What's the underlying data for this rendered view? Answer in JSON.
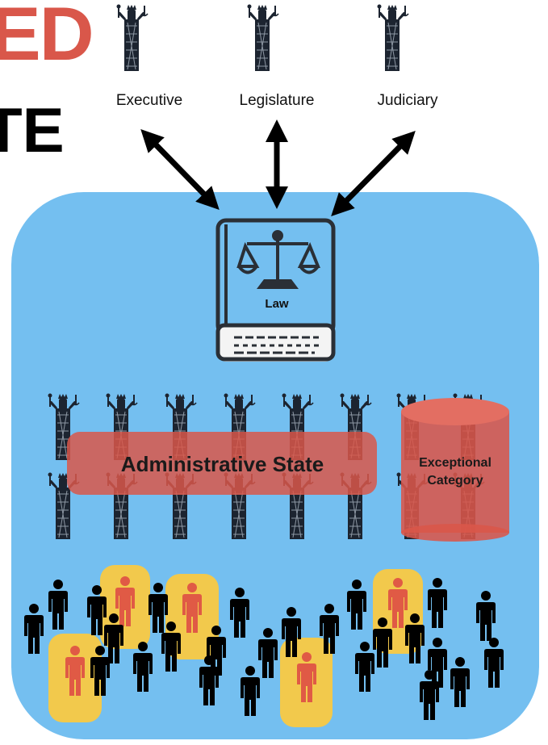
{
  "header": {
    "title_fragment": "ED",
    "subtitle_fragment": "TE"
  },
  "branches": [
    "Executive",
    "Legislature",
    "Judiciary"
  ],
  "law": {
    "label": "Law"
  },
  "administrative_state": {
    "label": "Administrative State"
  },
  "exceptional_category": {
    "label_line1": "Exceptional",
    "label_line2": "Category"
  },
  "colors": {
    "title_red": "#d9574a",
    "box_blue": "#74bff0",
    "overlay_red": "#d9574a",
    "highlight_yellow": "#f2c94c",
    "person_red": "#e05a45",
    "person_black": "#000000"
  },
  "icons": [
    "king-figure-icon",
    "law-book-icon",
    "scales-icon",
    "person-icon",
    "double-arrow-icon"
  ]
}
